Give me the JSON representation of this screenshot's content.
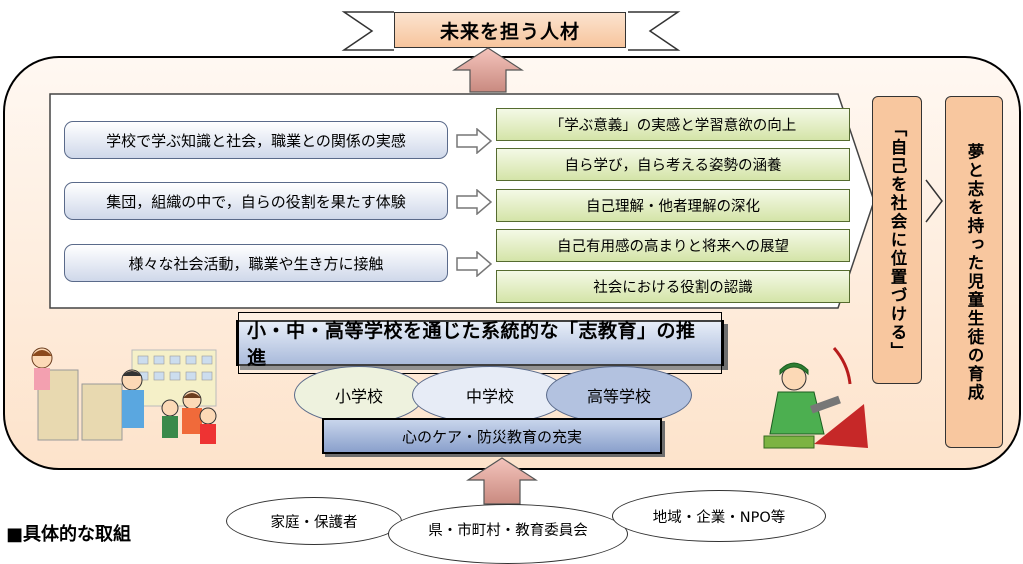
{
  "banner": {
    "title": "未来を担う人材"
  },
  "left_items": [
    "学校で学ぶ知識と社会，職業との関係の実感",
    "集団，組織の中で，自らの役割を果たす体験",
    "様々な社会活動，職業や生き方に接触"
  ],
  "green_items": [
    "「学ぶ意義」の実感と学習意欲の向上",
    "自ら学び，自ら考える姿勢の涵養",
    "自己理解・他者理解の深化",
    "自己有用感の高まりと将来への展望",
    "社会における役割の認識"
  ],
  "column_self": "「自己を社会に位置づける」",
  "column_dream": "夢と志を持った児童生徒の育成",
  "center_title": "小・中・高等学校を通じた系統的な「志教育」の推進",
  "schools": [
    "小学校",
    "中学校",
    "高等学校"
  ],
  "bottom_bar": "心のケア・防災教育の充実",
  "supporters": [
    "家庭・保護者",
    "県・市町村・教育委員会",
    "地域・企業・NPO等"
  ],
  "caption": "■具体的な取組",
  "colors": {
    "accent_orange": "#f8c79f",
    "green": "#d4e4a8",
    "blue_gray": "#cfd8ea",
    "arrow_pink": "#e8a9a0"
  },
  "icons": [
    "up-arrow-icon",
    "right-arrow-icon",
    "children-illustration",
    "worker-illustration"
  ]
}
